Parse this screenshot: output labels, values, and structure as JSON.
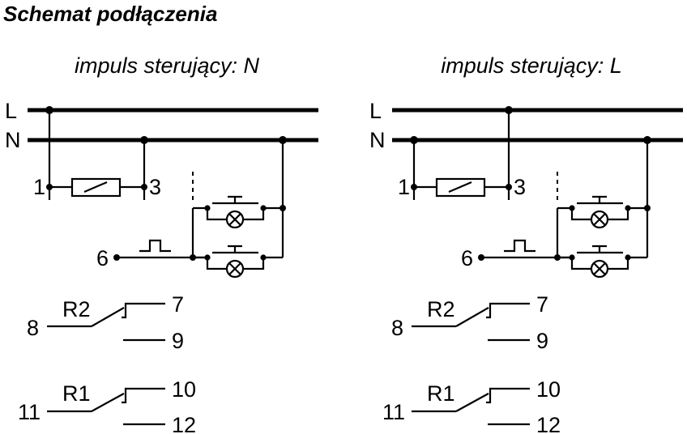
{
  "title": "Schemat podłączenia",
  "panels": [
    {
      "subtitle": "impuls sterujący: N",
      "labels": {
        "bus_L": "L",
        "bus_N": "N",
        "t1": "1",
        "t3": "3",
        "t6": "6",
        "t8": "8",
        "t7": "7",
        "t9": "9",
        "relay2": "R2",
        "t11": "11",
        "t10": "10",
        "t12": "12",
        "relay1": "R1"
      }
    },
    {
      "subtitle": "impuls sterujący: L",
      "labels": {
        "bus_L": "L",
        "bus_N": "N",
        "t1": "1",
        "t3": "3",
        "t6": "6",
        "t8": "8",
        "t7": "7",
        "t9": "9",
        "relay2": "R2",
        "t11": "11",
        "t10": "10",
        "t12": "12",
        "relay1": "R1"
      }
    }
  ]
}
